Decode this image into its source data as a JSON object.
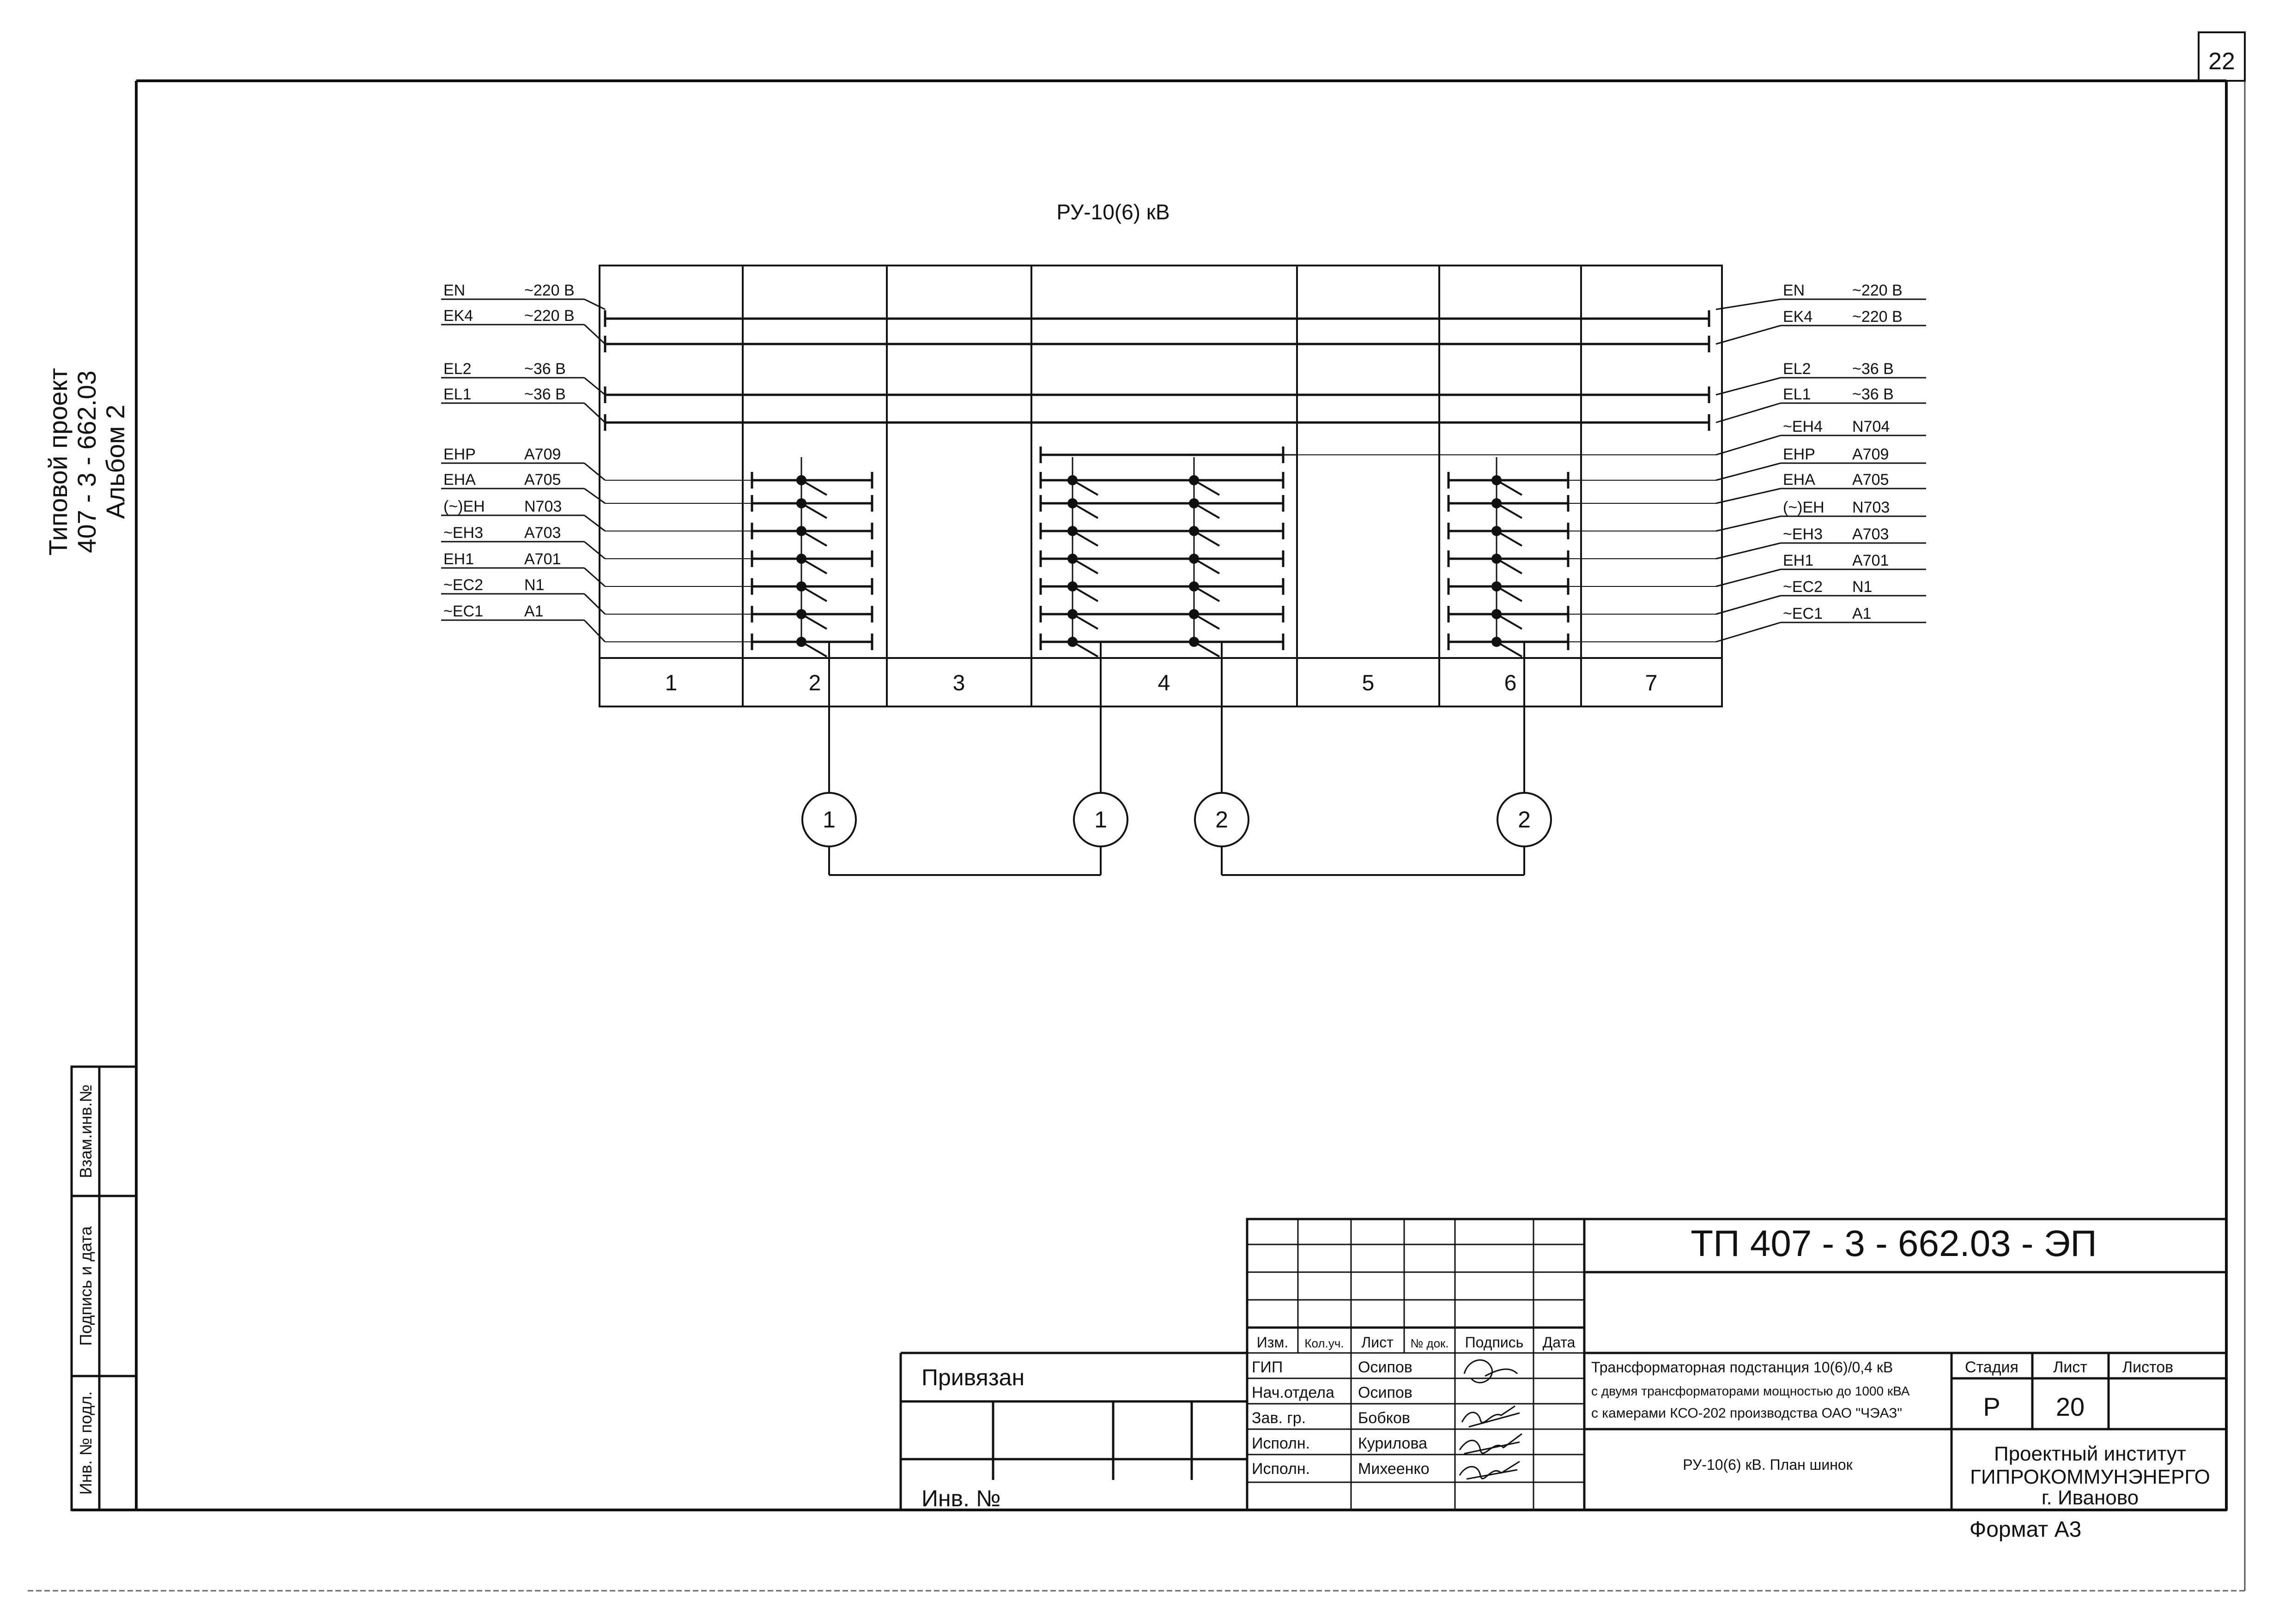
{
  "sheet_number": "22",
  "side_stamp": [
    "Типовой проект",
    "407 - 3 - 662.03",
    "Альбом 2"
  ],
  "left_strip": [
    "Взам.инв.№",
    "Подпись и дата",
    "Инв. № подл."
  ],
  "title": "РУ-10(6) кВ",
  "left_buses": [
    {
      "name": "EN",
      "value": "~220 В"
    },
    {
      "name": "EK4",
      "value": "~220 В"
    },
    {
      "name": "EL2",
      "value": "~36 В"
    },
    {
      "name": "EL1",
      "value": "~36 В"
    },
    {
      "name": "EHP",
      "value": "A709"
    },
    {
      "name": "EHA",
      "value": "A705"
    },
    {
      "name": "(~)EH",
      "value": "N703"
    },
    {
      "name": "~EH3",
      "value": "A703"
    },
    {
      "name": "EH1",
      "value": "A701"
    },
    {
      "name": "~EC2",
      "value": "N1"
    },
    {
      "name": "~EC1",
      "value": "A1"
    }
  ],
  "right_buses": [
    {
      "name": "EN",
      "value": "~220 В"
    },
    {
      "name": "EK4",
      "value": "~220 В"
    },
    {
      "name": "EL2",
      "value": "~36 В"
    },
    {
      "name": "EL1",
      "value": "~36 В"
    },
    {
      "name": "~EH4",
      "value": "N704"
    },
    {
      "name": "EHP",
      "value": "A709"
    },
    {
      "name": "EHA",
      "value": "A705"
    },
    {
      "name": "(~)EH",
      "value": "N703"
    },
    {
      "name": "~EH3",
      "value": "A703"
    },
    {
      "name": "EH1",
      "value": "A701"
    },
    {
      "name": "~EC2",
      "value": "N1"
    },
    {
      "name": "~EC1",
      "value": "A1"
    }
  ],
  "cells": [
    "1",
    "2",
    "3",
    "4",
    "5",
    "6",
    "7"
  ],
  "connection_marks": [
    "1",
    "1",
    "2",
    "2"
  ],
  "title_block": {
    "code": "ТП  407 - 3 - 662.03 - ЭП",
    "headers": [
      "Изм.",
      "Кол.уч.",
      "Лист",
      "№ док.",
      "Подпись",
      "Дата"
    ],
    "privyazan": "Привязан",
    "inv_no": "Инв. №",
    "roles": [
      "ГИП",
      "Нач.отдела",
      "Зав. гр.",
      "Исполн.",
      "Исполн."
    ],
    "names": [
      "Осипов",
      "Осипов",
      "Бобков",
      "Курилова",
      "Михеенко"
    ],
    "description": [
      "Трансформаторная подстанция 10(6)/0,4 кВ",
      "с двумя трансформаторами мощностью до 1000 кВА",
      "с камерами КСО-202 производства ОАО \"ЧЭАЗ\""
    ],
    "sheet_title": "РУ-10(6) кВ. План шинок",
    "stage_header": "Стадия",
    "sheet_header": "Лист",
    "sheets_header": "Листов",
    "stage": "Р",
    "sheet": "20",
    "sheets": "",
    "org": [
      "Проектный институт",
      "ГИПРОКОММУНЭНЕРГО",
      "г. Иваново"
    ]
  },
  "format": "Формат А3"
}
